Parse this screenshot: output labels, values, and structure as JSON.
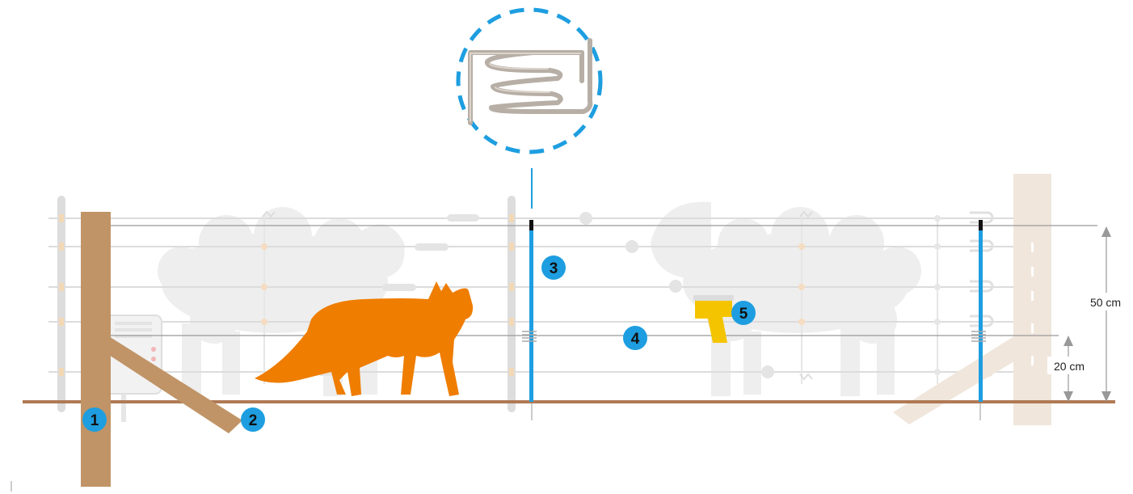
{
  "colors": {
    "blue": "#1e9ee0",
    "ground": "#b07a55",
    "wood": "#c09467",
    "wood_faded": "#f0e6dc",
    "fox": "#ef7d00",
    "yellow": "#f5c400",
    "sheep": "#eeeeee",
    "fence_gray": "#dcdcdc",
    "dim_line": "#999999"
  },
  "callouts": [
    {
      "label": "1"
    },
    {
      "label": "2"
    },
    {
      "label": "3"
    },
    {
      "label": "4"
    },
    {
      "label": "5"
    }
  ],
  "dimensions": {
    "top_height": "50 cm",
    "bottom_height": "20 cm"
  },
  "icons": {
    "detail": "spring-tensioner-icon",
    "animal": "fox-icon",
    "background": "sheep-icon",
    "device": "energizer-icon",
    "tool": "insulator-tool-icon"
  }
}
